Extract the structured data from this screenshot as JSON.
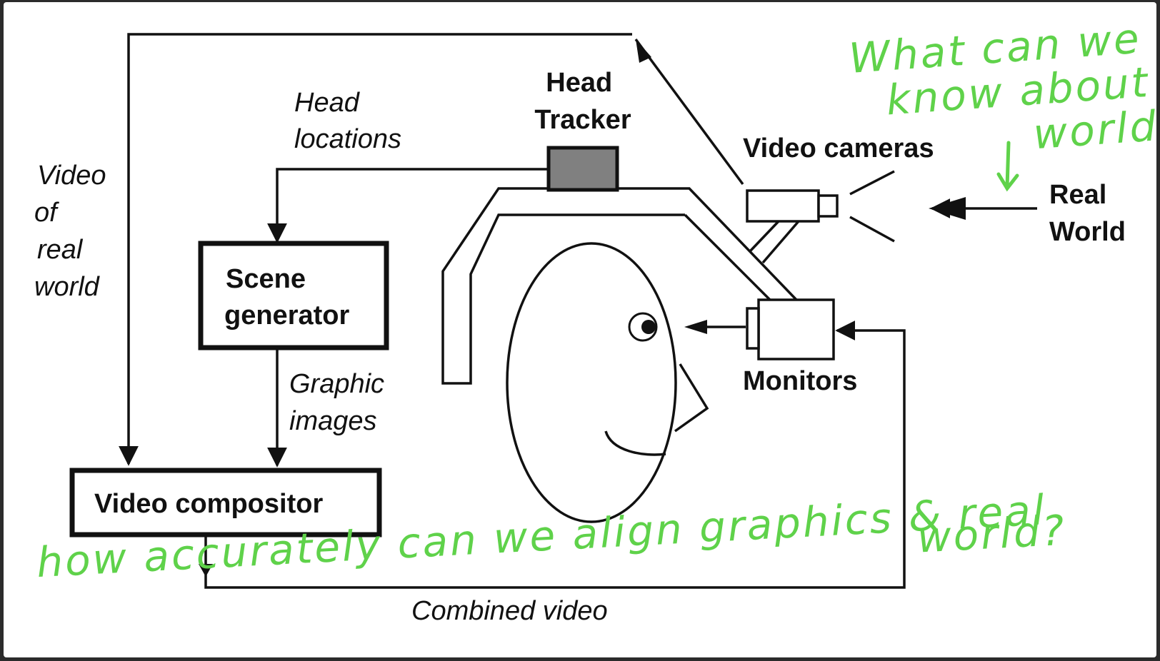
{
  "diagram": {
    "labels": {
      "video_of_real_world": [
        "Video",
        "of",
        "real",
        "world"
      ],
      "head_locations": [
        "Head",
        "locations"
      ],
      "head_tracker": [
        "Head",
        "Tracker"
      ],
      "video_cameras": "Video cameras",
      "real_world": [
        "Real",
        "World"
      ],
      "scene_generator": [
        "Scene",
        "generator"
      ],
      "graphic_images": [
        "Graphic",
        "images"
      ],
      "monitors": "Monitors",
      "video_compositor": "Video compositor",
      "combined_video": "Combined video"
    },
    "annotations": {
      "question_world": [
        "What can we",
        "know about",
        "world?"
      ],
      "question_align": [
        "how accurately can we align graphics & real",
        "world?"
      ]
    },
    "colors": {
      "ink": "#111111",
      "annotation": "#5fd24a",
      "tracker_fill": "#808080",
      "frame": "#2b2b2b"
    }
  }
}
